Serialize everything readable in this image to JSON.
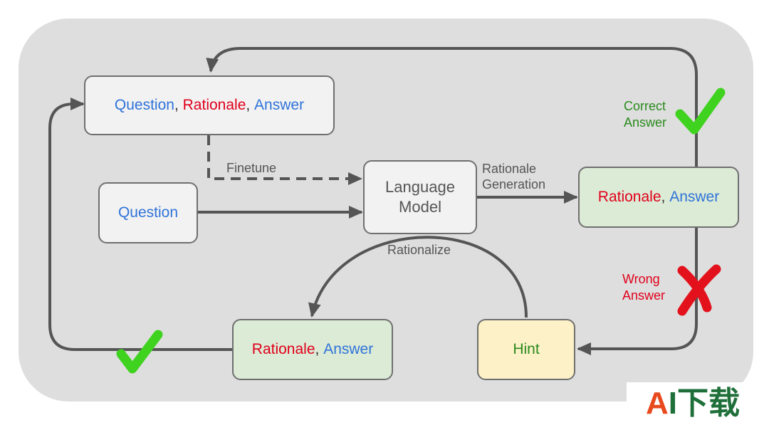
{
  "colors": {
    "background": "#dedede",
    "connector": "#555555",
    "blue": "#2f73d9",
    "red": "#e0001b",
    "green": "#2a8a1e",
    "node_default": "#f2f2f2",
    "node_green": "#dcebd6",
    "node_hint": "#fdf1c7",
    "check": "#3fd21f",
    "cross": "#e3111b"
  },
  "nodes": {
    "qra": {
      "question": "Question",
      "rationale": "Rationale",
      "answer": "Answer",
      "sep": ", "
    },
    "question": {
      "label": "Question"
    },
    "lm": {
      "label": "Language\nModel"
    },
    "ra_top": {
      "rationale": "Rationale",
      "answer": "Answer",
      "sep": ", "
    },
    "ra_bottom": {
      "rationale": "Rationale",
      "answer": "Answer",
      "sep": ", "
    },
    "hint": {
      "label": "Hint"
    }
  },
  "edges": {
    "finetune": "Finetune",
    "generation": "Rationale\nGeneration",
    "rationalize": "Rationalize"
  },
  "status": {
    "correct": "Correct\nAnswer",
    "wrong": "Wrong\nAnswer"
  },
  "icons": {
    "correct_check": "check-icon",
    "wrong_cross": "cross-icon",
    "bottom_check": "check-icon"
  },
  "watermark": {
    "a": "A",
    "rest": "I下载"
  }
}
